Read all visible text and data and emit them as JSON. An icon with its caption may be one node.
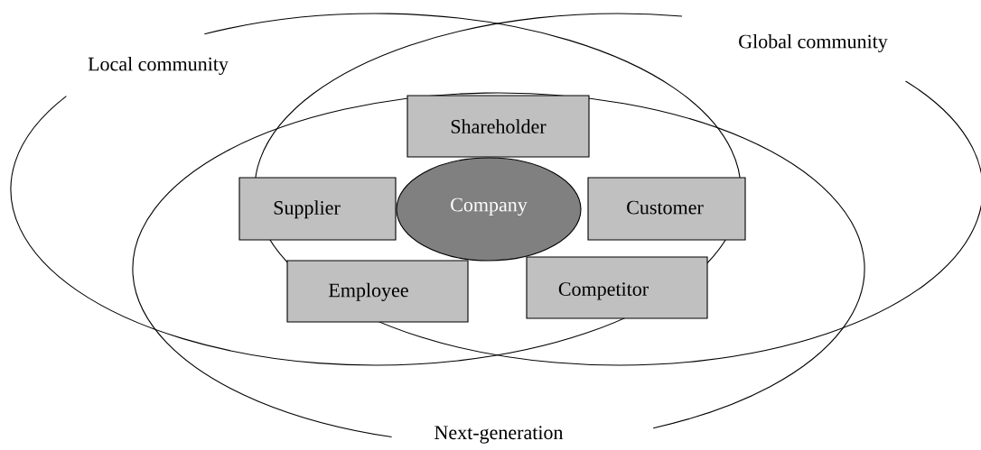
{
  "diagram": {
    "nodes": [
      {
        "text": [
          "Local community"
        ]
      },
      {
        "text": [
          "Global community"
        ]
      },
      {
        "text": [
          "Next-generation"
        ]
      },
      {
        "text": [
          "Shareholder"
        ]
      },
      {
        "text": [
          "Supplier"
        ]
      },
      {
        "text": [
          "Company"
        ]
      },
      {
        "text": [
          "Customer"
        ]
      },
      {
        "text": [
          "Employee"
        ]
      },
      {
        "text": [
          "Competitor"
        ]
      }
    ]
  }
}
